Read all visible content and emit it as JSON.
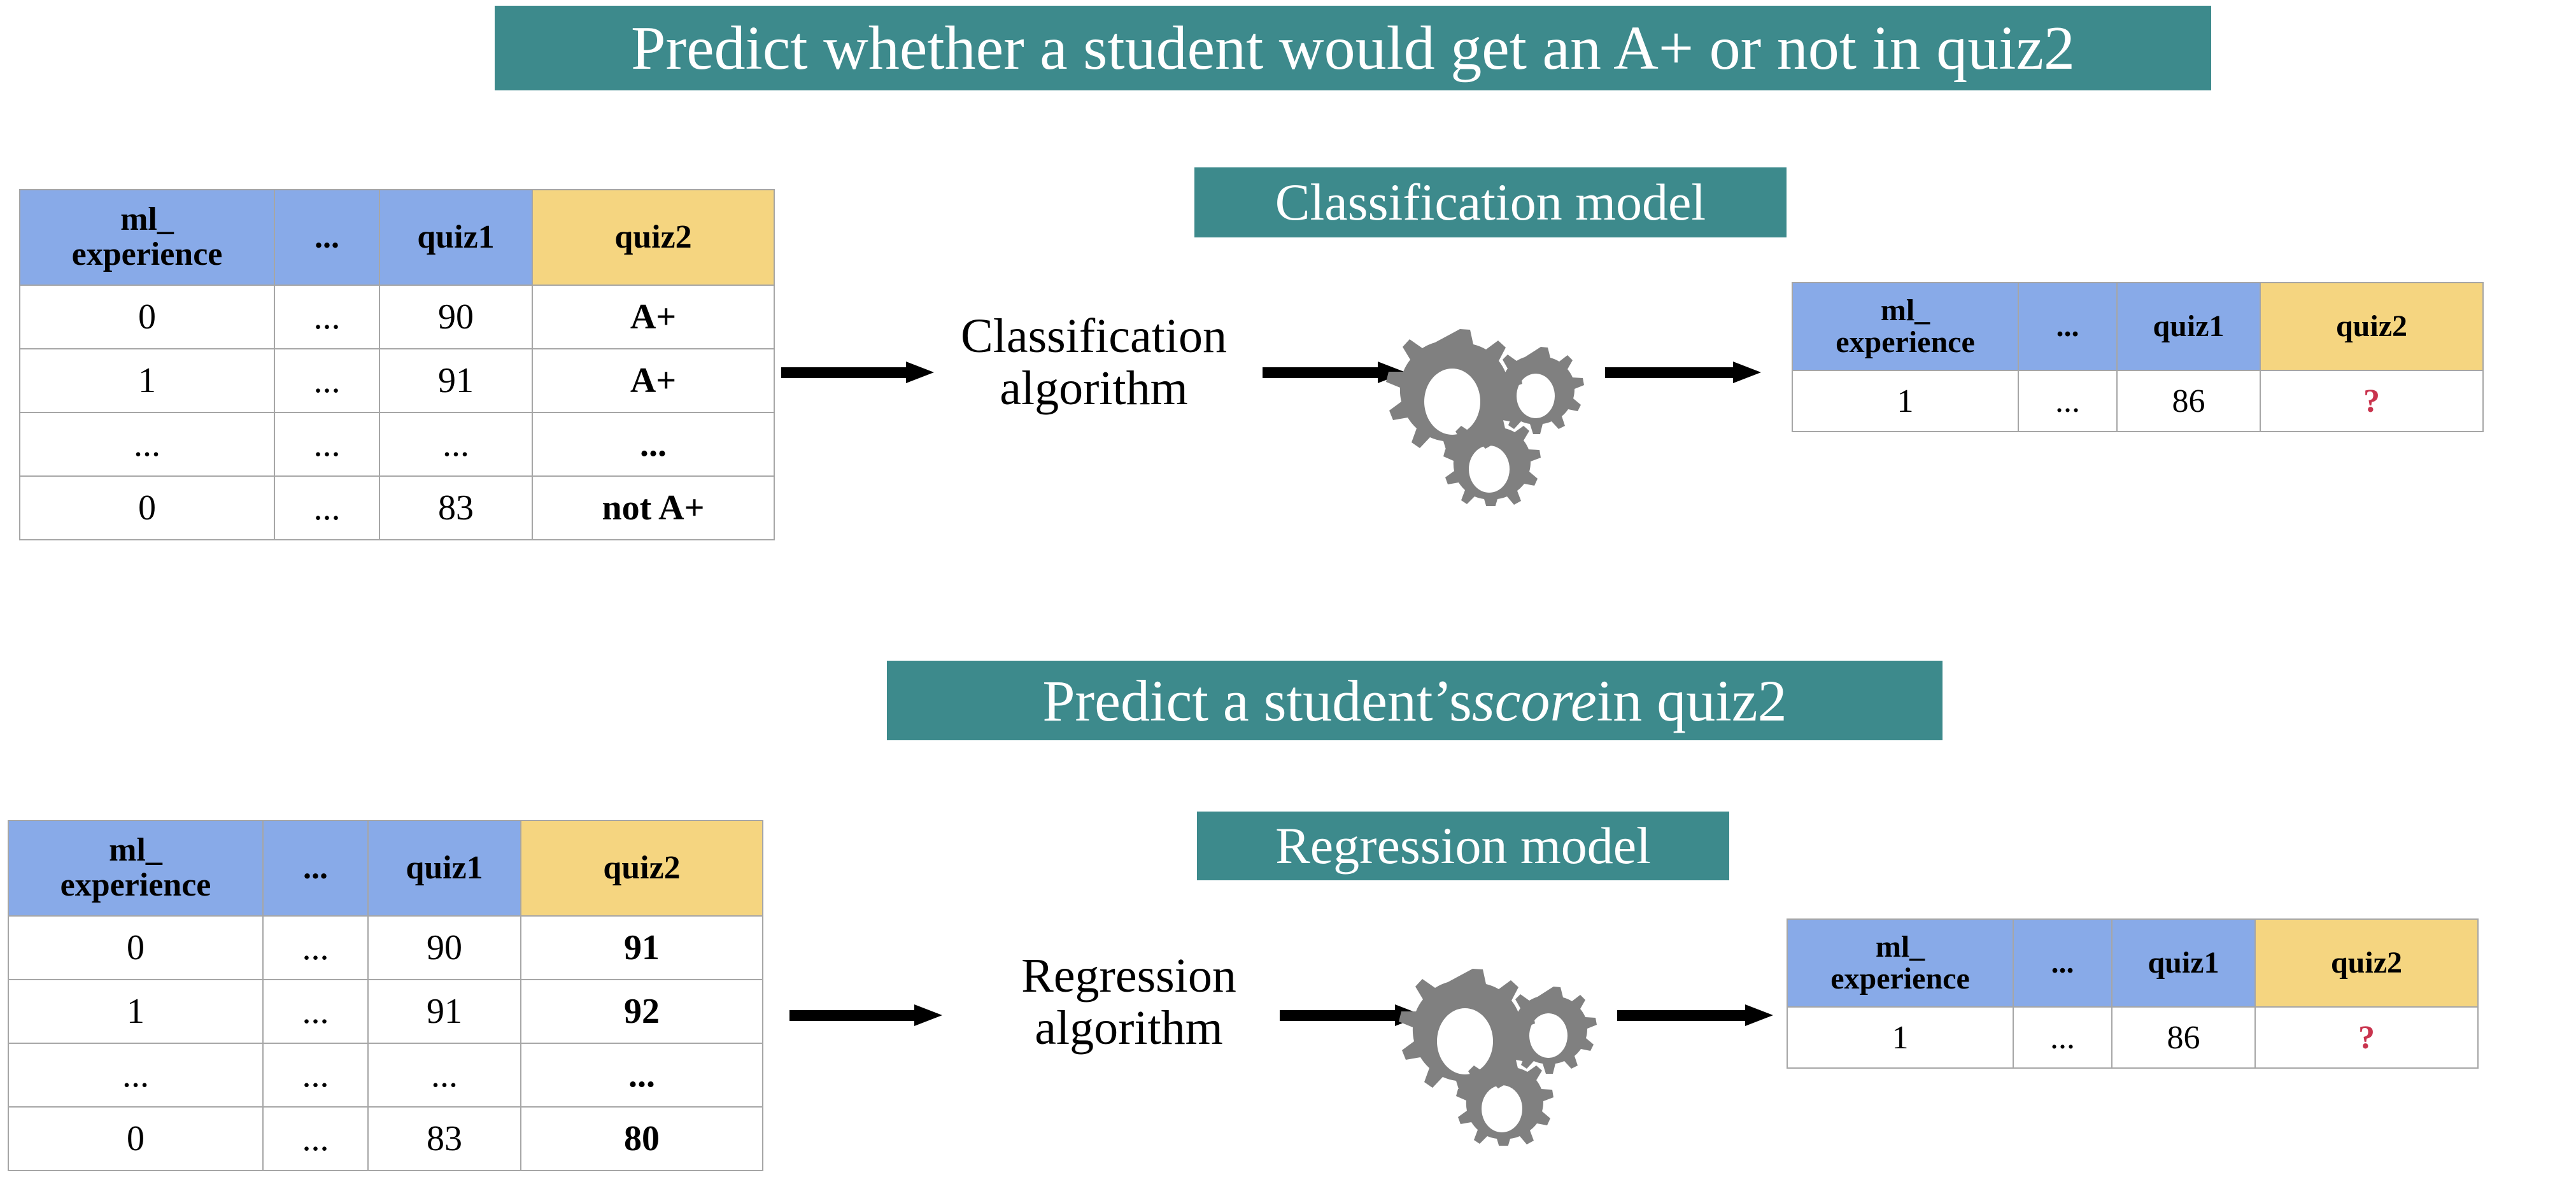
{
  "theme": {
    "banner_bg": "#3d8a8c",
    "banner_text": "#ffffff",
    "header_blue": "#88aae8",
    "header_yellow": "#f5d580",
    "gear_gray": "#808080",
    "question_red": "#c9344e",
    "arrow_black": "#000000",
    "page_bg": "#ffffff"
  },
  "sections": [
    {
      "id": "classification",
      "banner_title_prefix": "Predict whether a student would get an A+ or not in quiz2",
      "model_label": "Classification model",
      "algorithm_label_line1": "Classification",
      "algorithm_label_line2": "algorithm",
      "gears_icon": "gears-icon",
      "train_table": {
        "headers": [
          "ml_\nexperience",
          "...",
          "quiz1",
          "quiz2"
        ],
        "header_ml_line1": "ml_",
        "header_ml_line2": "experience",
        "header_dots": "...",
        "header_quiz1": "quiz1",
        "header_quiz2": "quiz2",
        "rows": [
          [
            "0",
            "...",
            "90",
            "A+"
          ],
          [
            "1",
            "...",
            "91",
            "A+"
          ],
          [
            "...",
            "...",
            "...",
            "..."
          ],
          [
            "0",
            "...",
            "83",
            "not A+"
          ]
        ]
      },
      "pred_table": {
        "header_ml_line1": "ml_",
        "header_ml_line2": "experience",
        "header_dots": "...",
        "header_quiz1": "quiz1",
        "header_quiz2": "quiz2",
        "rows": [
          [
            "1",
            "...",
            "86",
            "?"
          ]
        ]
      }
    },
    {
      "id": "regression",
      "banner_title_part1": "Predict a student’s ",
      "banner_title_italic": "score",
      "banner_title_part2": " in quiz2",
      "model_label": "Regression model",
      "algorithm_label_line1": "Regression",
      "algorithm_label_line2": "algorithm",
      "gears_icon": "gears-icon",
      "train_table": {
        "header_ml_line1": "ml_",
        "header_ml_line2": "experience",
        "header_dots": "...",
        "header_quiz1": "quiz1",
        "header_quiz2": "quiz2",
        "rows": [
          [
            "0",
            "...",
            "90",
            "91"
          ],
          [
            "1",
            "...",
            "91",
            "92"
          ],
          [
            "...",
            "...",
            "...",
            "..."
          ],
          [
            "0",
            "...",
            "83",
            "80"
          ]
        ]
      },
      "pred_table": {
        "header_ml_line1": "ml_",
        "header_ml_line2": "experience",
        "header_dots": "...",
        "header_quiz1": "quiz1",
        "header_quiz2": "quiz2",
        "rows": [
          [
            "1",
            "...",
            "86",
            "?"
          ]
        ]
      }
    }
  ]
}
